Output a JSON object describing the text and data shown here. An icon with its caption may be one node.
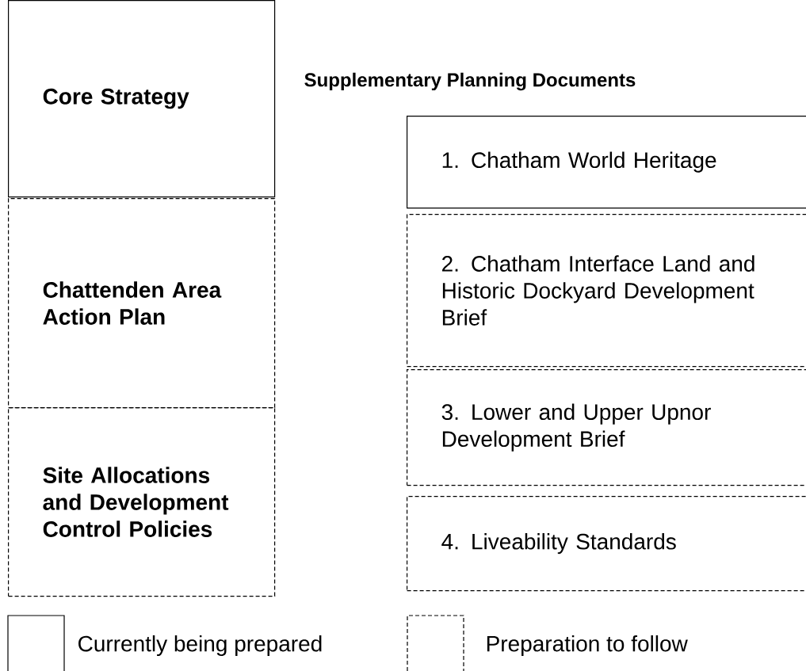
{
  "diagram": {
    "title": "Supplementary Planning Documents",
    "nodes": [
      {
        "text": [
          "Core Strategy"
        ]
      },
      {
        "text": [
          "Chattenden Area Action Plan"
        ]
      },
      {
        "text": [
          "Site Allocations and Development Control Policies"
        ]
      },
      {
        "text": [
          "1. Chatham World Heritage"
        ]
      },
      {
        "text": [
          "2. Chatham Interface Land and Historic Dockyard Development Brief"
        ]
      },
      {
        "text": [
          "3. Lower and Upper Upnor Development Brief"
        ]
      },
      {
        "text": [
          "4. Liveability Standards"
        ]
      }
    ],
    "legend": [
      {
        "text": "Currently being prepared"
      },
      {
        "text": "Preparation to follow"
      }
    ]
  }
}
